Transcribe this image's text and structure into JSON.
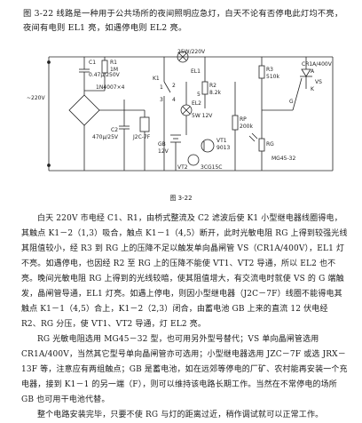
{
  "intro_text": "图 3-22 线路是一种用于公共场所的夜间照明应急灯，白天不论有否停电此灯均不亮，夜间有电则 EL1 亮，如遇停电则 EL2 亮。",
  "circuit_labels": {
    "mains_left": "~220V",
    "c1": "C1",
    "c1_value": "0.47μ/250V",
    "r1": "R1",
    "r1_value": "1M",
    "bridge": "1N4007×4",
    "c2": "C2",
    "c2_value": "470μ/25V",
    "lamp1": "EL1",
    "lamp1_rating": "25W/220V",
    "k1": "K1",
    "r2_value": "8.2k",
    "r2": "R2",
    "lamp2": "EL2",
    "lamp2_rating": "5W 12V",
    "rp": "RP",
    "rp_value": "200k",
    "relay": "J2C-7F",
    "battery": "GB",
    "battery_value": "12V",
    "r3": "R3",
    "r3_value": "510k",
    "vt1": "VT1",
    "vt1_type": "9013",
    "vt2": "VT2",
    "vt2_type": "3CG15C",
    "triac": "CR1A/400V",
    "photo": "MG45-32",
    "pin1": "1",
    "pin2": "2",
    "pin3": "3",
    "pin4": "4",
    "pin5": "5",
    "vs": "VS",
    "rg": "RG",
    "a": "A",
    "k": "K",
    "g": "G"
  },
  "caption": "图 3-22",
  "paragraphs": [
    "白天 220V 市电经 C1、R1，由桥式整流及 C2 滤波后使 K1 小型继电器线圈得电，其触点 K1－2（1,3）吸合，触点 K1－1（4,5）断开，此时光敏电阻 RG 上得到较强光线其阻值较小，经 R3 到 RG 上的压降不足以触发单向晶闸管 VS（CR1A/400V），EL1 灯不亮。如遇停电，也因经 R2 至 RG 上的压降不能使 VT1、VT2 导通，所以 EL2 也不亮。晚间光敏电阻 RG 上得到的光线较暗，使其阻值增大，有交流电时就使 VS 的 G 端触发，晶闸管导通，EL1 灯亮。如遇上停电，则因小型继电器（J2C－7F）线圈不能得电其触点 K1－1（4,5）合上，K1－2（2,3）闭合，由蓄电池 GB 上来的直流 12 伏电经 R2、RG 分压，使 VT1、VT2 导通，灯 EL2 亮。",
    "RG 光敏电阻选用 MG45－32 型，也可用另外型号替代；VS 单向晶闸管选用 CR1A/400V，当然其它型号单向晶闸管亦可选用；小型继电器选用 JZC－7F 或选 JRX－13F 等，注意应有两组触点；GB 是蓄电池，如在远郊等停电的厂矿、农村能再安装一个充电器，接到 K1－1 的另一端（F），则可以维持该电路长期工作。当然在不常停电的场所 GB 也可用干电池代替。",
    "整个电路安装完毕，只要不使 RG 与灯的距离过近，稍作调试就可以正常工作。"
  ]
}
